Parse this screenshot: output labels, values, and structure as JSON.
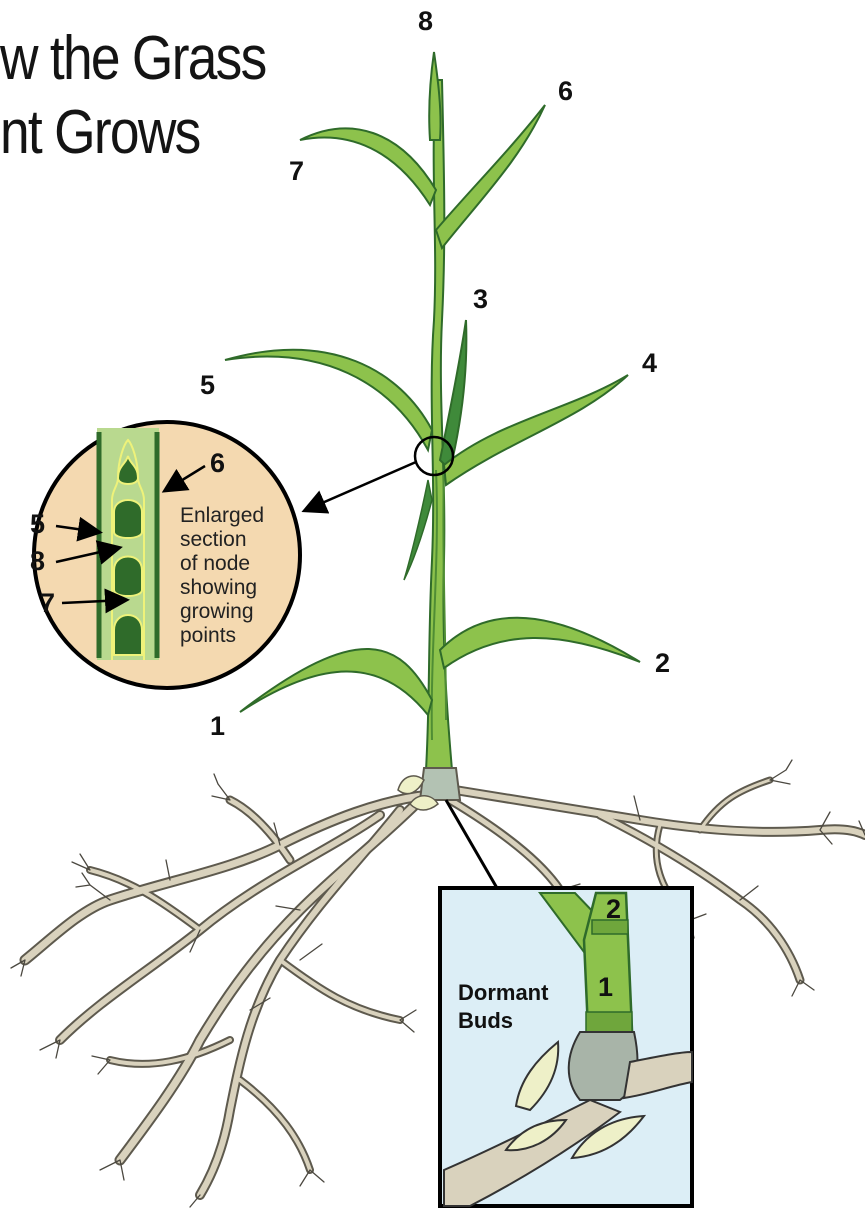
{
  "title": {
    "line1": "w the Grass",
    "line2": "nt Grows"
  },
  "leaf_labels": [
    "8",
    "6",
    "7",
    "3",
    "5",
    "4",
    "2",
    "1"
  ],
  "inset_circle": {
    "labels": [
      "6",
      "5",
      "8",
      "7"
    ],
    "caption": [
      "Enlarged",
      "section",
      "of node",
      "showing",
      "growing",
      "points"
    ]
  },
  "inset_box": {
    "labels": [
      "2",
      "1"
    ],
    "caption": [
      "Dormant",
      "Buds"
    ]
  },
  "colors": {
    "leaf": "#8dc24c",
    "leaf_dark": "#2f6b2a",
    "root": "#d9d2bd",
    "circle_fill": "#f4d9b0",
    "box_fill": "#dceef6"
  }
}
